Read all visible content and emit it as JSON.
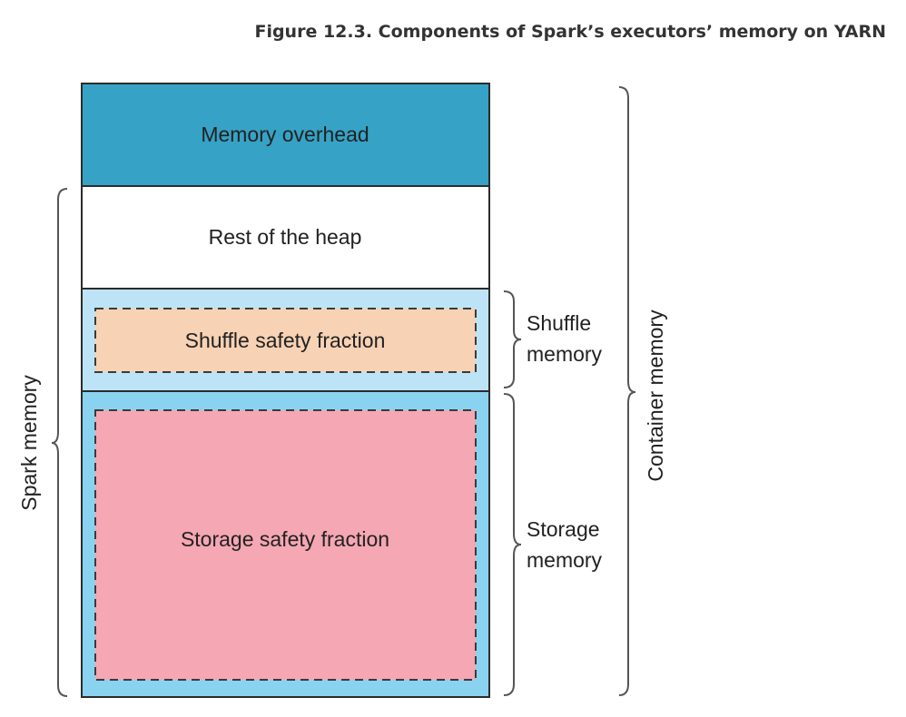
{
  "figure": {
    "caption": "Figure 12.3. Components of Spark’s executors’ memory on YARN"
  },
  "blocks": {
    "memory_overhead": "Memory overhead",
    "rest_of_heap": "Rest of the heap",
    "shuffle_safety": "Shuffle safety fraction",
    "storage_safety": "Storage safety fraction"
  },
  "braces": {
    "shuffle_memory": [
      "Shuffle",
      "memory"
    ],
    "storage_memory": [
      "Storage",
      "memory"
    ],
    "spark_memory": "Spark memory",
    "container_memory": "Container memory"
  },
  "colors": {
    "overhead_fill": "#36a2c6",
    "heap_fill": "#ffffff",
    "shuffle_outer_fill": "#bde4f6",
    "shuffle_inner_fill": "#f8d2b4",
    "storage_outer_fill": "#89d3f0",
    "storage_inner_fill": "#f5a7b3",
    "border": "#2b2b2b"
  }
}
